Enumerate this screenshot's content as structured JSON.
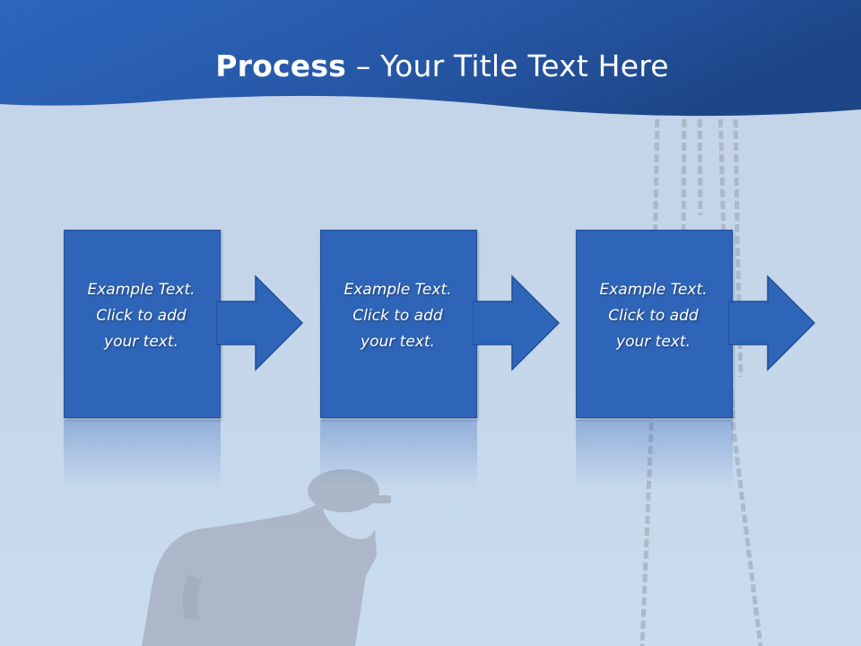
{
  "slide": {
    "title_bold": "Process",
    "title_rest": " – Your Title Text Here",
    "steps": [
      {
        "line1": "Example Text.",
        "line2": "Click  to add",
        "line3": "your text."
      },
      {
        "line1": "Example Text.",
        "line2": "Click  to add",
        "line3": "your text."
      },
      {
        "line1": "Example Text.",
        "line2": "Click  to add",
        "line3": "your text."
      }
    ]
  },
  "colors": {
    "header": "#2a5cae",
    "box": "#2f65b8",
    "background": "#c5d6ea",
    "silhouette": "#a9b4c4"
  },
  "icons": [
    "worker-silhouette",
    "hanging-chains",
    "arrow-right"
  ]
}
